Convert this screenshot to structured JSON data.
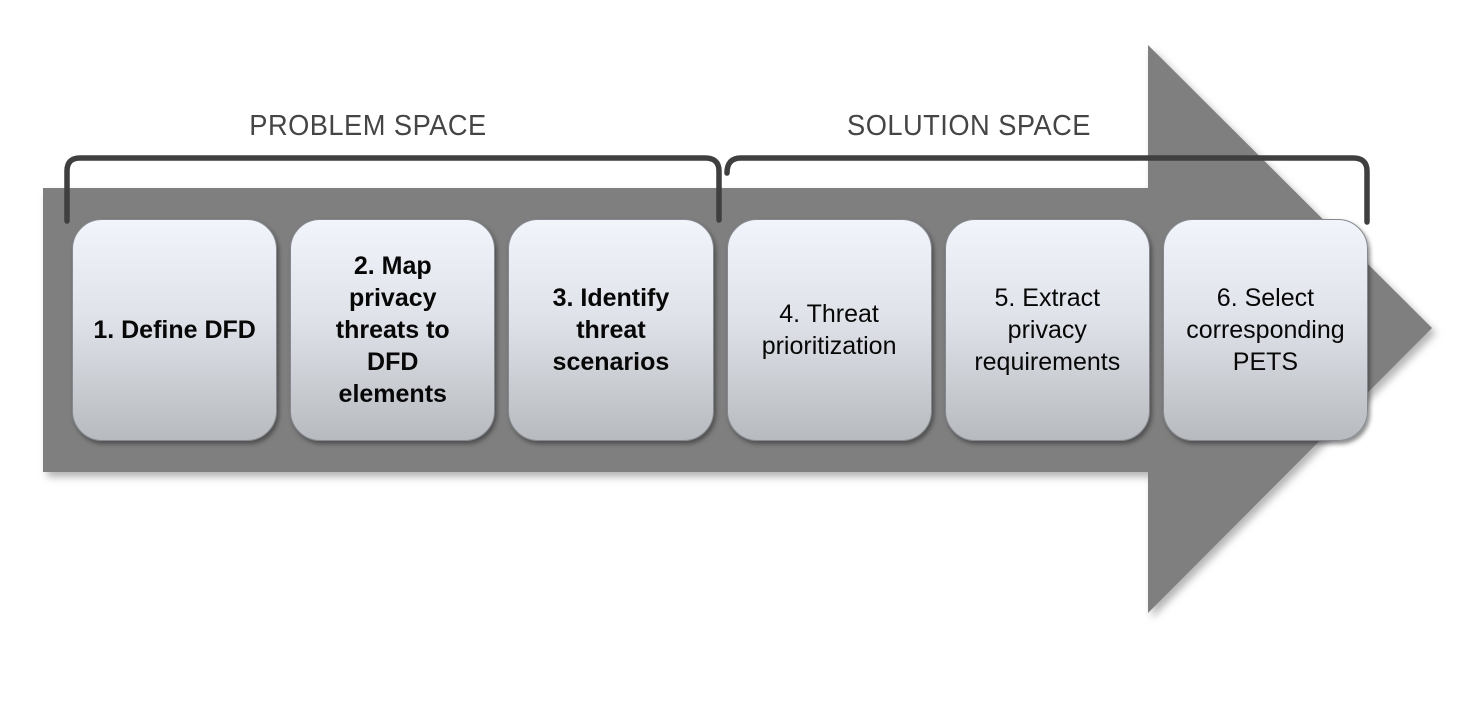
{
  "labels": {
    "problem_space": "PROBLEM SPACE",
    "solution_space": "SOLUTION SPACE"
  },
  "steps": [
    {
      "label": "1. Define DFD",
      "space": "problem"
    },
    {
      "label": "2. Map privacy threats to DFD elements",
      "space": "problem"
    },
    {
      "label": "3. Identify threat scenarios",
      "space": "problem"
    },
    {
      "label": "4. Threat prioritization",
      "space": "solution"
    },
    {
      "label": "5. Extract privacy requirements",
      "space": "solution"
    },
    {
      "label": "6. Select corresponding PETS",
      "space": "solution"
    }
  ],
  "colors": {
    "arrow_fill": "#7f7f7f",
    "bracket_stroke": "#3f3f3f",
    "label_text": "#454545",
    "box_border": "#85898f",
    "box_top": "#f2f4fb",
    "box_mid": "#dfe2e9",
    "box_low": "#c2c5ca",
    "box_bottom": "#b7babf",
    "box_text": "#070707"
  }
}
